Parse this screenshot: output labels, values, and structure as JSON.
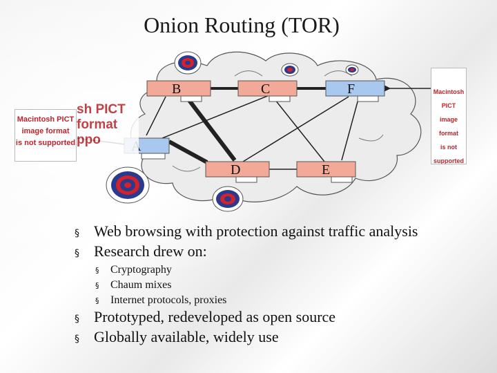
{
  "slide": {
    "title": "Onion Routing (TOR)"
  },
  "diagram": {
    "nodes": [
      {
        "id": "A",
        "label": "A"
      },
      {
        "id": "B",
        "label": "B"
      },
      {
        "id": "C",
        "label": "C"
      },
      {
        "id": "D",
        "label": "D"
      },
      {
        "id": "E",
        "label": "E"
      },
      {
        "id": "F",
        "label": "F"
      }
    ],
    "placeholders": {
      "pict_left": [
        "Macintosh PICT",
        "image format",
        "is not supported"
      ],
      "pict_left_ghost": [
        "sh PICT",
        "format",
        "ppo"
      ],
      "pict_right": [
        "Macintosh PICT",
        "image format",
        "is not supported"
      ]
    },
    "colors": {
      "router_box": "#f3a998",
      "router_box_blue": "#a9c8f0",
      "cloud_fill": "#eeeeee",
      "onion_outer": "#2a3a8c",
      "onion_red": "#d2232a"
    }
  },
  "bullets": [
    {
      "level": 1,
      "text": "Web browsing with protection against traffic analysis"
    },
    {
      "level": 1,
      "text": "Research drew on:"
    },
    {
      "level": 2,
      "text": "Cryptography"
    },
    {
      "level": 2,
      "text": "Chaum mixes"
    },
    {
      "level": 2,
      "text": "Internet protocols, proxies"
    },
    {
      "level": 1,
      "text": "Prototyped, redeveloped as open source"
    },
    {
      "level": 1,
      "text": "Globally available, widely use"
    }
  ]
}
